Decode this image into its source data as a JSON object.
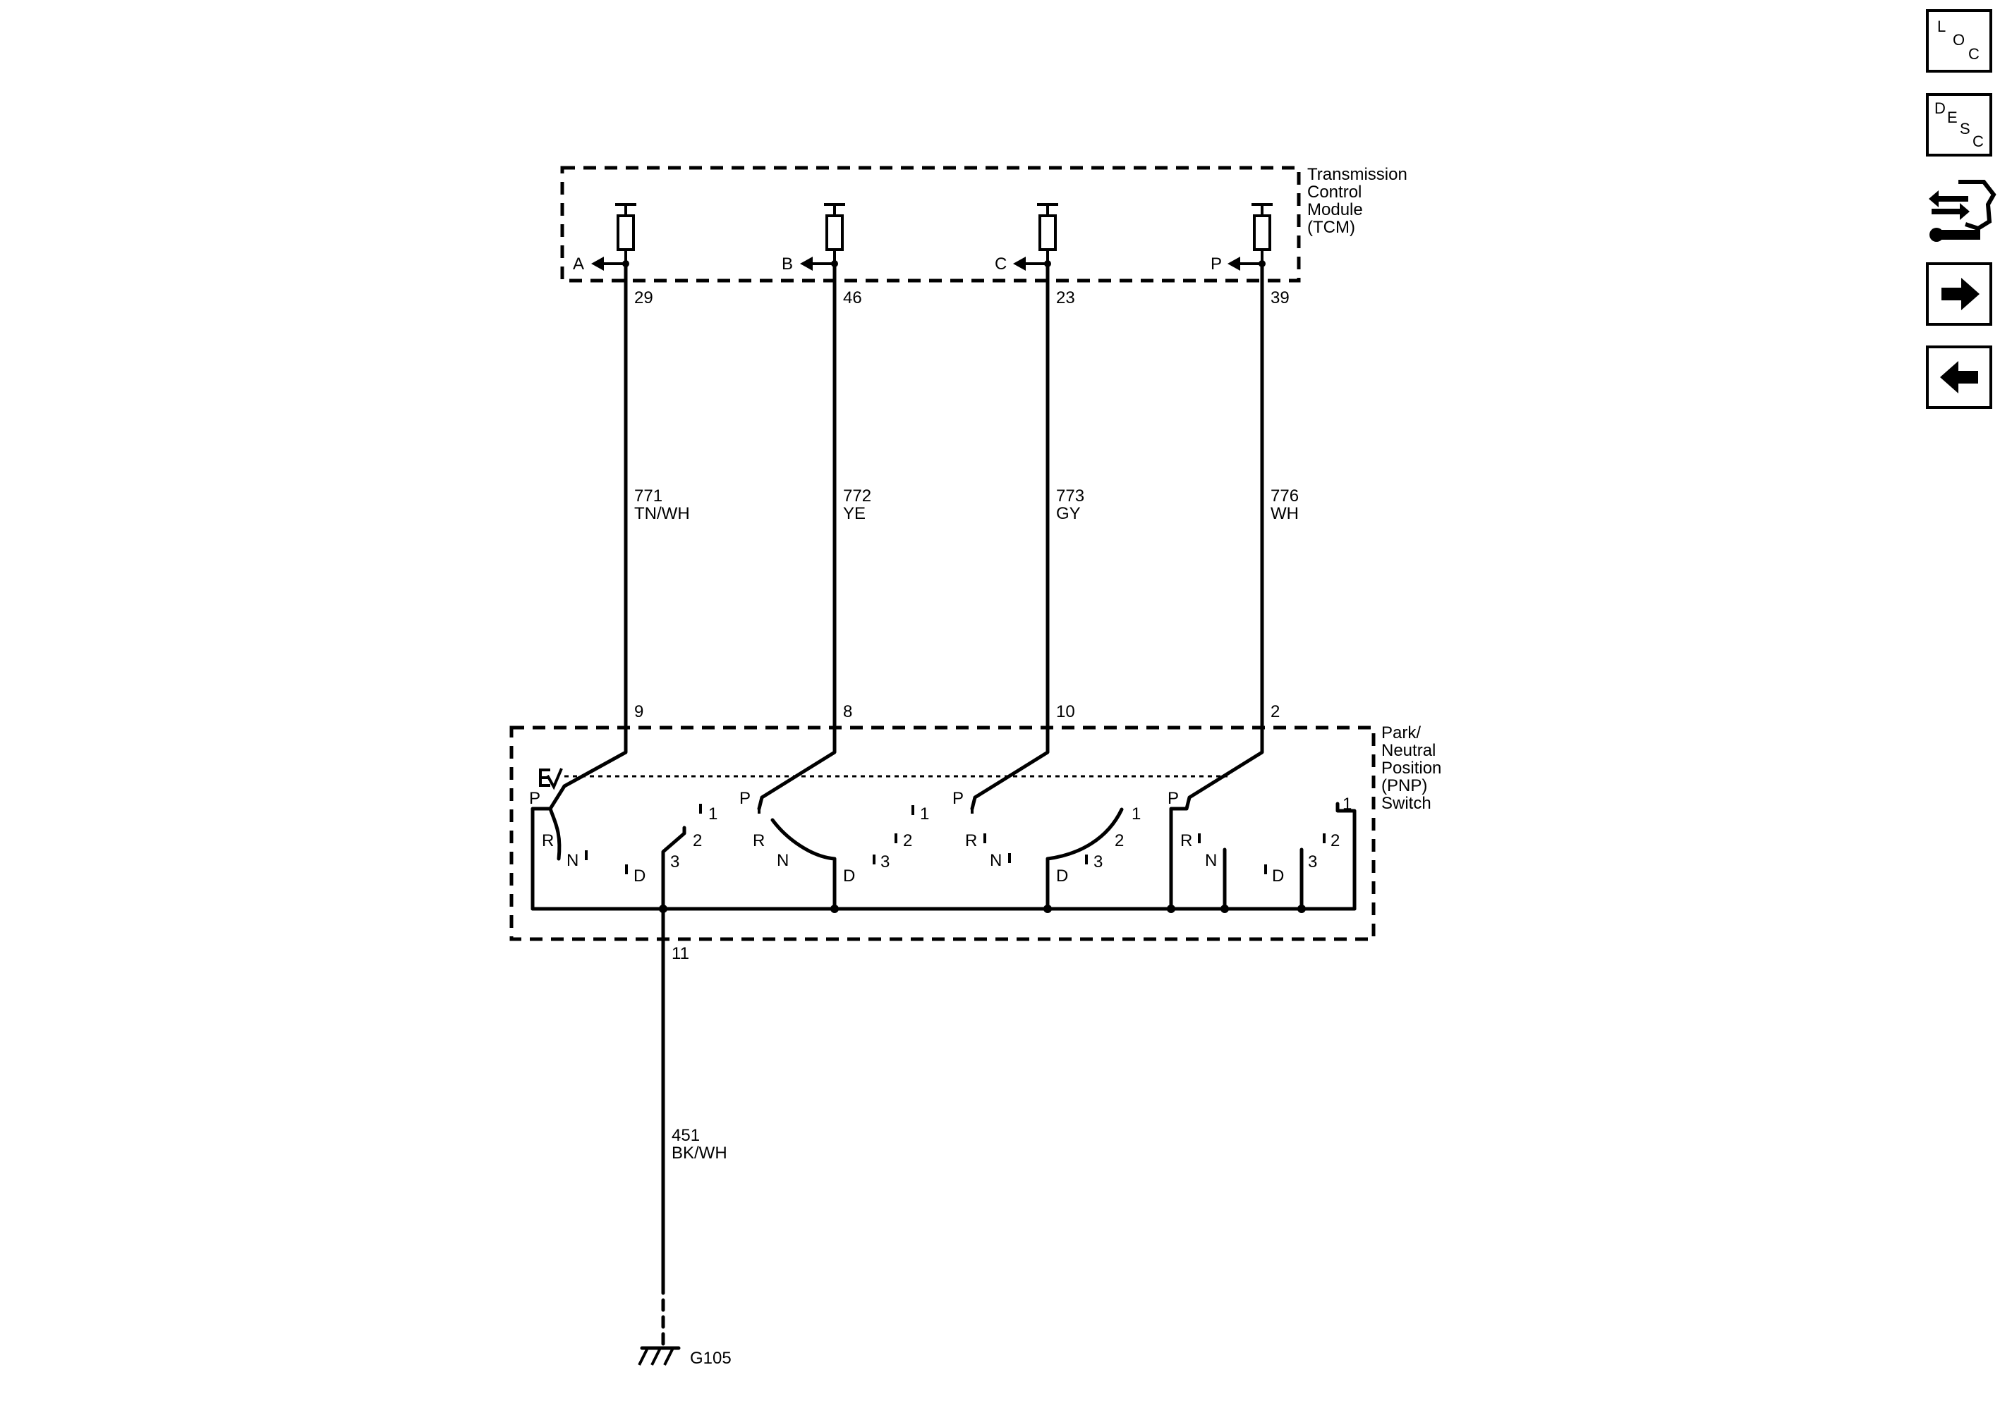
{
  "tcm": {
    "label_lines": [
      "Transmission",
      "Control",
      "Module",
      "(TCM)"
    ],
    "pins": [
      {
        "letter": "A",
        "pin": "29",
        "circuit": "771",
        "color": "TN/WH",
        "switch_pin": "9"
      },
      {
        "letter": "B",
        "pin": "46",
        "circuit": "772",
        "color": "YE",
        "switch_pin": "8"
      },
      {
        "letter": "C",
        "pin": "23",
        "circuit": "773",
        "color": "GY",
        "switch_pin": "10"
      },
      {
        "letter": "P",
        "pin": "39",
        "circuit": "776",
        "color": "WH",
        "switch_pin": "2"
      }
    ]
  },
  "pnp": {
    "label_lines": [
      "Park/",
      "Neutral",
      "Position",
      "(PNP)",
      "Switch"
    ],
    "positions": {
      "P": "P",
      "R": "R",
      "N": "N",
      "D": "D",
      "three": "3",
      "two": "2",
      "one": "1"
    },
    "ground_pin": "11"
  },
  "ground": {
    "circuit": "451",
    "color": "BK/WH",
    "id": "G105"
  },
  "sidebar": {
    "loc_letters": [
      "L",
      "O",
      "C"
    ],
    "desc_letters": [
      "D",
      "E",
      "S",
      "C"
    ],
    "connector_icon": "connector-end-view-icon",
    "next_icon": "arrow-right-icon",
    "prev_icon": "arrow-left-icon"
  }
}
